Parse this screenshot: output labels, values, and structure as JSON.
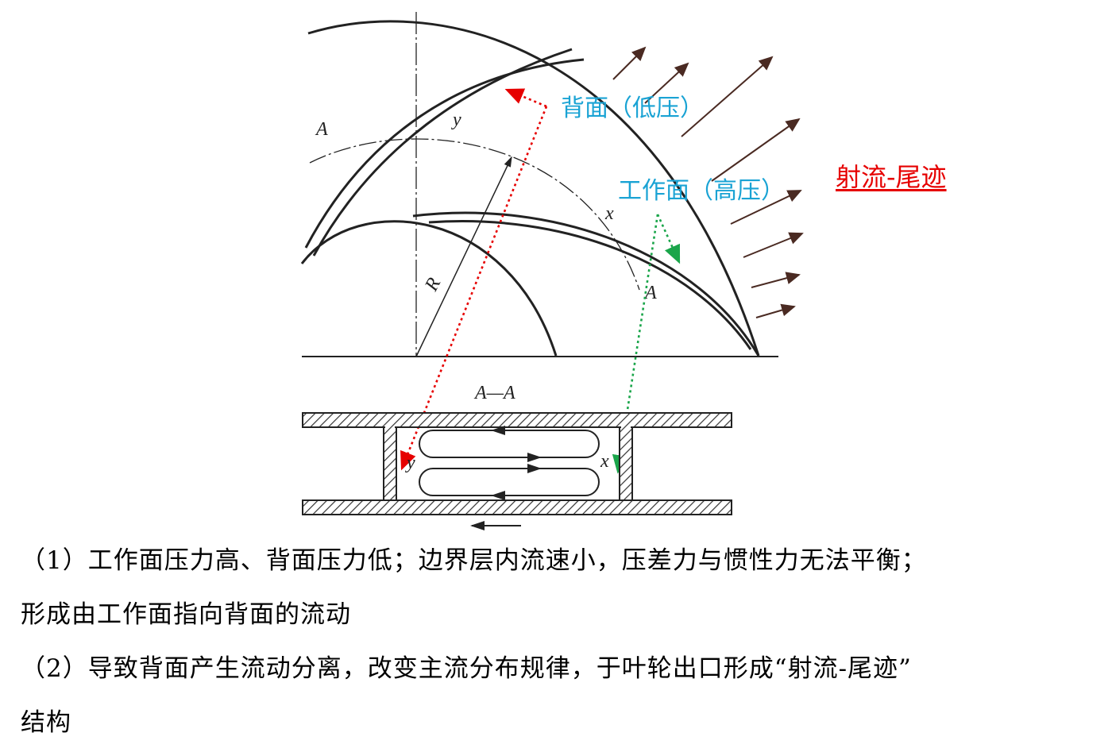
{
  "labels": {
    "suction_side": "背面（低压）",
    "pressure_side": "工作面（高压）",
    "jet_wake": "射流-尾迹",
    "section": "A—A",
    "a_left": "A",
    "a_right": "A",
    "y_top": "y",
    "x_top": "x",
    "r": "R",
    "y_bottom": "y",
    "x_bottom": "x"
  },
  "text": {
    "line1": "（1）工作面压力高、背面压力低；边界层内流速小，压差力与惯性力无法平衡；",
    "line2": "形成由工作面指向背面的流动",
    "line3": "（2）导致背面产生流动分离，改变主流分布规律，于叶轮出口形成“射流-尾迹”",
    "line4": "结构"
  },
  "colors": {
    "red_arrow": "#e60000",
    "green_arrow": "#1aa54a",
    "cyan_label": "#1aa3d4",
    "outflow_arrows": "#4a2a22"
  }
}
